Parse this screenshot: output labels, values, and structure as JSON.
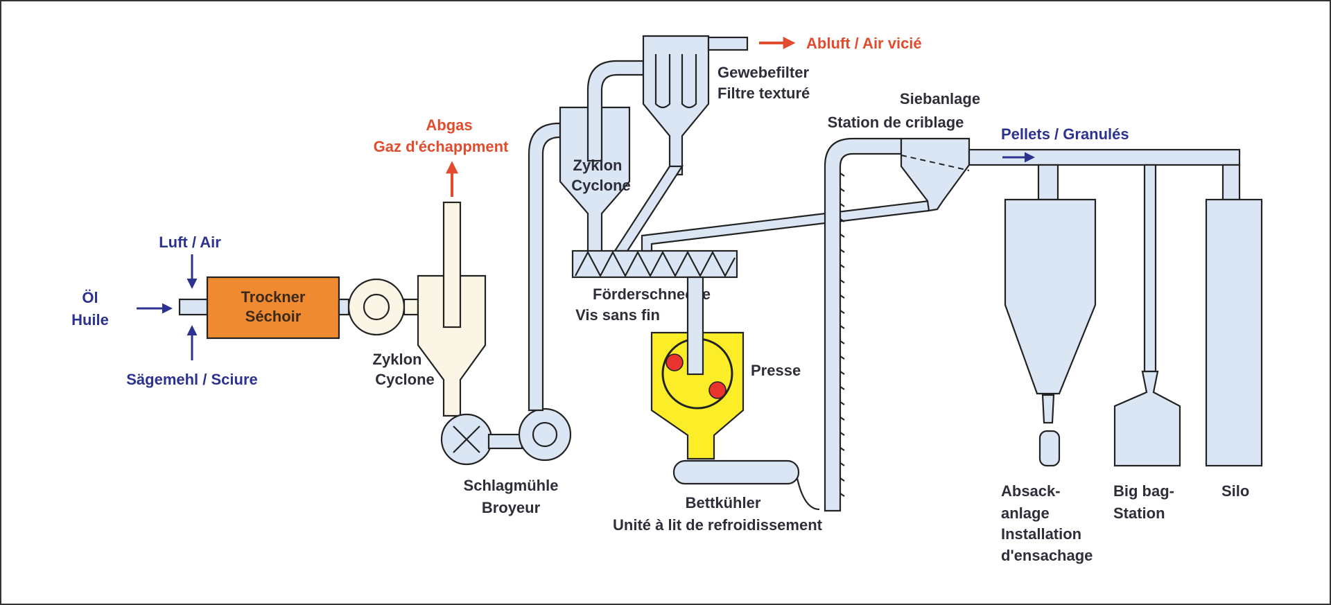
{
  "labels": {
    "oil_de": "Öl",
    "oil_fr": "Huile",
    "air": "Luft / Air",
    "sawdust": "Sägemehl / Sciure",
    "dryer_de": "Trockner",
    "dryer_fr": "Séchoir",
    "cyclone1_de": "Zyklon",
    "cyclone1_fr": "Cyclone",
    "exhaust_de": "Abgas",
    "exhaust_fr": "Gaz d'échappment",
    "mill_de": "Schlagmühle",
    "mill_fr": "Broyeur",
    "cyclone2_de": "Zyklon",
    "cyclone2_fr": "Cyclone",
    "fabric_filter_de": "Gewebefilter",
    "fabric_filter_fr": "Filtre texturé",
    "exhaust_air": "Abluft / Air vicié",
    "screw_de": "Förderschnecke",
    "screw_fr": "Vis sans fin",
    "press": "Presse",
    "cooler_de": "Bettkühler",
    "cooler_fr": "Unité à lit de refroidissement",
    "screening_de": "Siebanlage",
    "screening_fr": "Station de criblage",
    "pellets": "Pellets / Granulés",
    "bagging_1": "Absack-",
    "bagging_2": "anlage",
    "bagging_3": "Installation",
    "bagging_4": "d'ensachage",
    "bigbag_1": "Big bag-",
    "bigbag_2": "Station",
    "silo": "Silo"
  },
  "colors": {
    "equipment_fill": "#dbe6f5",
    "dryer_fill": "#f08a30",
    "press_fill": "#fbee29",
    "press_rolls": "#e8342c",
    "cyclone1_fill": "#fbf5e6",
    "input_label_color": "#2c3290",
    "exhaust_label_color": "#e14b2e"
  }
}
